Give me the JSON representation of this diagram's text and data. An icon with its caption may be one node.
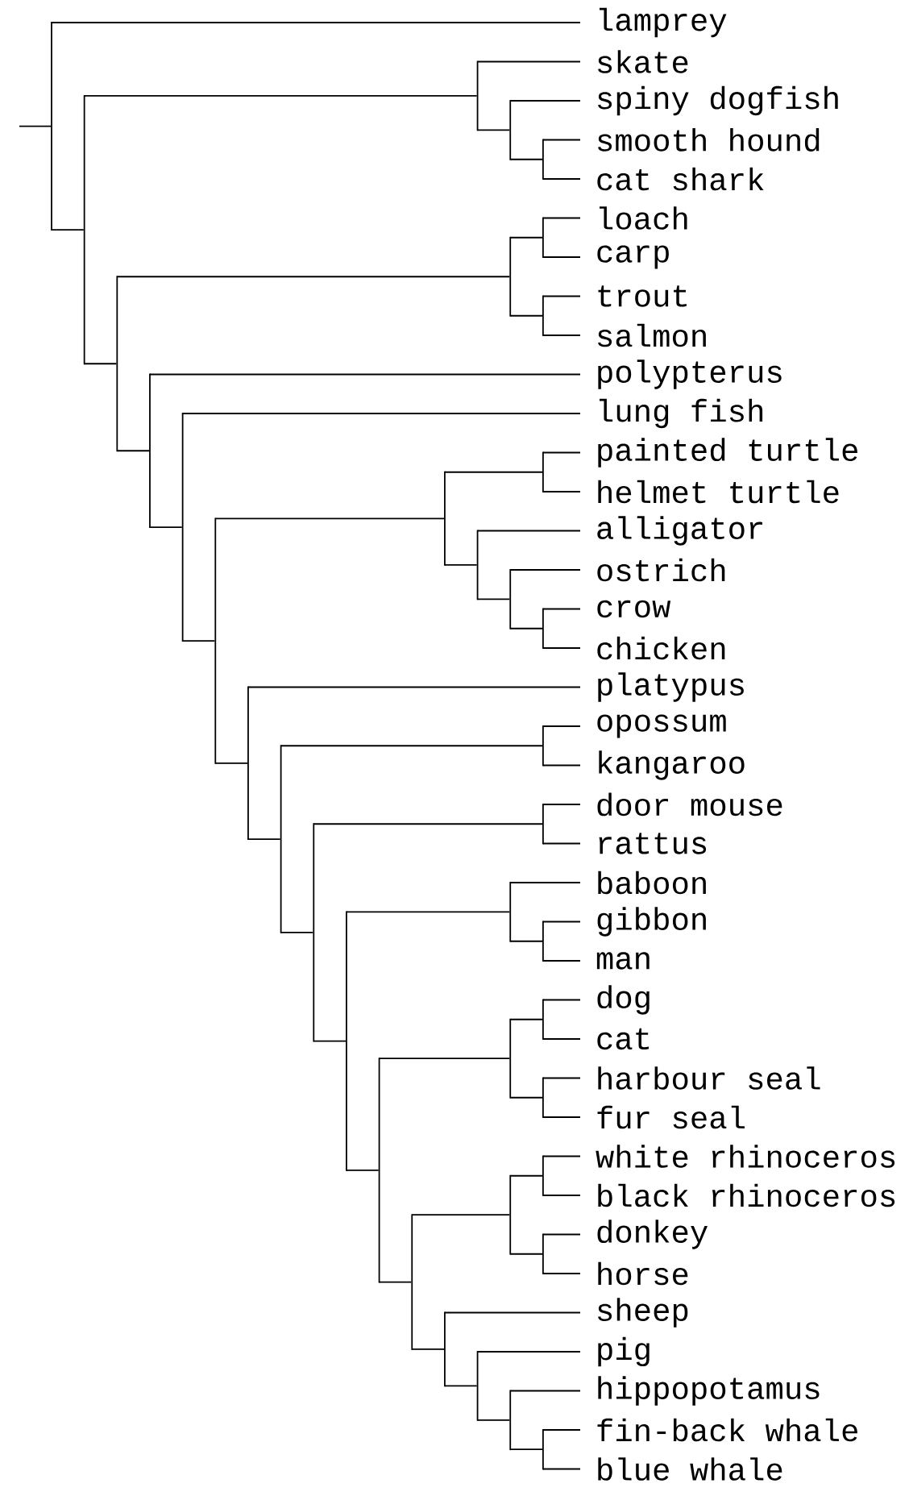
{
  "diagram": {
    "nodes": [
      {
        "text": [
          "lamprey"
        ]
      },
      {
        "text": [
          "skate"
        ]
      },
      {
        "text": [
          "spiny dogfish"
        ]
      },
      {
        "text": [
          "smooth hound"
        ]
      },
      {
        "text": [
          "cat shark"
        ]
      },
      {
        "text": [
          "loach"
        ]
      },
      {
        "text": [
          "carp"
        ]
      },
      {
        "text": [
          "trout"
        ]
      },
      {
        "text": [
          "salmon"
        ]
      },
      {
        "text": [
          "polypterus"
        ]
      },
      {
        "text": [
          "lung fish"
        ]
      },
      {
        "text": [
          "painted turtle"
        ]
      },
      {
        "text": [
          "helmet turtle"
        ]
      },
      {
        "text": [
          "alligator"
        ]
      },
      {
        "text": [
          "ostrich"
        ]
      },
      {
        "text": [
          "crow"
        ]
      },
      {
        "text": [
          "chicken"
        ]
      },
      {
        "text": [
          "platypus"
        ]
      },
      {
        "text": [
          "opossum"
        ]
      },
      {
        "text": [
          "kangaroo"
        ]
      },
      {
        "text": [
          "door mouse"
        ]
      },
      {
        "text": [
          "rattus"
        ]
      },
      {
        "text": [
          "baboon"
        ]
      },
      {
        "text": [
          "gibbon"
        ]
      },
      {
        "text": [
          "man"
        ]
      },
      {
        "text": [
          "dog"
        ]
      },
      {
        "text": [
          "cat"
        ]
      },
      {
        "text": [
          "harbour seal"
        ]
      },
      {
        "text": [
          "fur seal"
        ]
      },
      {
        "text": [
          "white rhinoceros"
        ]
      },
      {
        "text": [
          "black rhinoceros"
        ]
      },
      {
        "text": [
          "donkey"
        ]
      },
      {
        "text": [
          "horse"
        ]
      },
      {
        "text": [
          "sheep"
        ]
      },
      {
        "text": [
          "pig"
        ]
      },
      {
        "text": [
          "hippopotamus"
        ]
      },
      {
        "text": [
          "fin-back whale"
        ]
      },
      {
        "text": [
          "blue whale"
        ]
      },
      {
        "text": [],
        "shape": "bar"
      },
      {
        "text": [],
        "shape": "bar"
      },
      {
        "text": [],
        "shape": "bar"
      },
      {
        "text": [],
        "shape": "bar"
      },
      {
        "text": [],
        "shape": "bar"
      },
      {
        "text": [],
        "shape": "bar"
      },
      {
        "text": [],
        "shape": "bar"
      },
      {
        "text": [],
        "shape": "bar"
      },
      {
        "text": [],
        "shape": "bar"
      },
      {
        "text": [],
        "shape": "bar"
      },
      {
        "text": [],
        "shape": "bar"
      },
      {
        "text": [],
        "shape": "bar"
      },
      {
        "text": [],
        "shape": "bar"
      },
      {
        "text": [],
        "shape": "bar"
      },
      {
        "text": [],
        "shape": "bar"
      },
      {
        "text": [],
        "shape": "bar"
      },
      {
        "text": [],
        "shape": "bar"
      },
      {
        "text": [],
        "shape": "bar"
      },
      {
        "text": [],
        "shape": "bar"
      },
      {
        "text": [],
        "shape": "bar"
      },
      {
        "text": [],
        "shape": "bar"
      },
      {
        "text": [],
        "shape": "bar"
      },
      {
        "text": [],
        "shape": "bar"
      },
      {
        "text": [],
        "shape": "bar"
      },
      {
        "text": [],
        "shape": "bar"
      },
      {
        "text": [],
        "shape": "bar"
      },
      {
        "text": [],
        "shape": "bar"
      },
      {
        "text": [],
        "shape": "bar"
      },
      {
        "text": [],
        "shape": "bar"
      },
      {
        "text": [],
        "shape": "bar"
      },
      {
        "text": [],
        "shape": "bar"
      },
      {
        "text": [],
        "shape": "bar"
      },
      {
        "text": [],
        "shape": "bar"
      },
      {
        "text": [],
        "shape": "bar"
      },
      {
        "text": [],
        "shape": "bar"
      },
      {
        "text": [],
        "shape": "bar"
      },
      {
        "text": [],
        "shape": "bar"
      }
    ],
    "edges": [
      {
        "from": null,
        "to": 38,
        "arrow": "none"
      },
      {
        "from": 38,
        "to": 0,
        "arrow": "none"
      },
      {
        "from": 38,
        "to": 39,
        "arrow": "none"
      },
      {
        "from": 39,
        "to": 40,
        "arrow": "none"
      },
      {
        "from": 39,
        "to": 43,
        "arrow": "none"
      },
      {
        "from": 40,
        "to": 1,
        "arrow": "none"
      },
      {
        "from": 40,
        "to": 41,
        "arrow": "none"
      },
      {
        "from": 41,
        "to": 2,
        "arrow": "none"
      },
      {
        "from": 41,
        "to": 42,
        "arrow": "none"
      },
      {
        "from": 42,
        "to": 3,
        "arrow": "none"
      },
      {
        "from": 42,
        "to": 4,
        "arrow": "none"
      },
      {
        "from": 43,
        "to": 44,
        "arrow": "none"
      },
      {
        "from": 43,
        "to": 47,
        "arrow": "none"
      },
      {
        "from": 44,
        "to": 45,
        "arrow": "none"
      },
      {
        "from": 44,
        "to": 46,
        "arrow": "none"
      },
      {
        "from": 45,
        "to": 5,
        "arrow": "none"
      },
      {
        "from": 45,
        "to": 6,
        "arrow": "none"
      },
      {
        "from": 46,
        "to": 7,
        "arrow": "none"
      },
      {
        "from": 46,
        "to": 8,
        "arrow": "none"
      },
      {
        "from": 47,
        "to": 9,
        "arrow": "none"
      },
      {
        "from": 47,
        "to": 48,
        "arrow": "none"
      },
      {
        "from": 48,
        "to": 10,
        "arrow": "none"
      },
      {
        "from": 48,
        "to": 49,
        "arrow": "none"
      },
      {
        "from": 49,
        "to": 50,
        "arrow": "none"
      },
      {
        "from": 49,
        "to": 55,
        "arrow": "none"
      },
      {
        "from": 50,
        "to": 51,
        "arrow": "none"
      },
      {
        "from": 50,
        "to": 52,
        "arrow": "none"
      },
      {
        "from": 51,
        "to": 11,
        "arrow": "none"
      },
      {
        "from": 51,
        "to": 12,
        "arrow": "none"
      },
      {
        "from": 52,
        "to": 13,
        "arrow": "none"
      },
      {
        "from": 52,
        "to": 53,
        "arrow": "none"
      },
      {
        "from": 53,
        "to": 14,
        "arrow": "none"
      },
      {
        "from": 53,
        "to": 54,
        "arrow": "none"
      },
      {
        "from": 54,
        "to": 15,
        "arrow": "none"
      },
      {
        "from": 54,
        "to": 16,
        "arrow": "none"
      },
      {
        "from": 55,
        "to": 17,
        "arrow": "none"
      },
      {
        "from": 55,
        "to": 56,
        "arrow": "none"
      },
      {
        "from": 56,
        "to": 57,
        "arrow": "none"
      },
      {
        "from": 56,
        "to": 58,
        "arrow": "none"
      },
      {
        "from": 57,
        "to": 18,
        "arrow": "none"
      },
      {
        "from": 57,
        "to": 19,
        "arrow": "none"
      },
      {
        "from": 58,
        "to": 59,
        "arrow": "none"
      },
      {
        "from": 58,
        "to": 60,
        "arrow": "none"
      },
      {
        "from": 59,
        "to": 20,
        "arrow": "none"
      },
      {
        "from": 59,
        "to": 21,
        "arrow": "none"
      },
      {
        "from": 60,
        "to": 61,
        "arrow": "none"
      },
      {
        "from": 60,
        "to": 63,
        "arrow": "none"
      },
      {
        "from": 61,
        "to": 22,
        "arrow": "none"
      },
      {
        "from": 61,
        "to": 62,
        "arrow": "none"
      },
      {
        "from": 62,
        "to": 23,
        "arrow": "none"
      },
      {
        "from": 62,
        "to": 24,
        "arrow": "none"
      },
      {
        "from": 63,
        "to": 64,
        "arrow": "none"
      },
      {
        "from": 63,
        "to": 67,
        "arrow": "none"
      },
      {
        "from": 64,
        "to": 65,
        "arrow": "none"
      },
      {
        "from": 64,
        "to": 66,
        "arrow": "none"
      },
      {
        "from": 65,
        "to": 25,
        "arrow": "none"
      },
      {
        "from": 65,
        "to": 26,
        "arrow": "none"
      },
      {
        "from": 66,
        "to": 27,
        "arrow": "none"
      },
      {
        "from": 66,
        "to": 28,
        "arrow": "none"
      },
      {
        "from": 67,
        "to": 68,
        "arrow": "none"
      },
      {
        "from": 67,
        "to": 71,
        "arrow": "none"
      },
      {
        "from": 68,
        "to": 69,
        "arrow": "none"
      },
      {
        "from": 68,
        "to": 70,
        "arrow": "none"
      },
      {
        "from": 69,
        "to": 29,
        "arrow": "none"
      },
      {
        "from": 69,
        "to": 30,
        "arrow": "none"
      },
      {
        "from": 70,
        "to": 31,
        "arrow": "none"
      },
      {
        "from": 70,
        "to": 32,
        "arrow": "none"
      },
      {
        "from": 71,
        "to": 33,
        "arrow": "none"
      },
      {
        "from": 71,
        "to": 72,
        "arrow": "none"
      },
      {
        "from": 72,
        "to": 34,
        "arrow": "none"
      },
      {
        "from": 72,
        "to": 73,
        "arrow": "none"
      },
      {
        "from": 73,
        "to": 35,
        "arrow": "none"
      },
      {
        "from": 73,
        "to": 74,
        "arrow": "none"
      },
      {
        "from": 74,
        "to": 36,
        "arrow": "none"
      },
      {
        "from": 74,
        "to": 37,
        "arrow": "none"
      }
    ]
  }
}
